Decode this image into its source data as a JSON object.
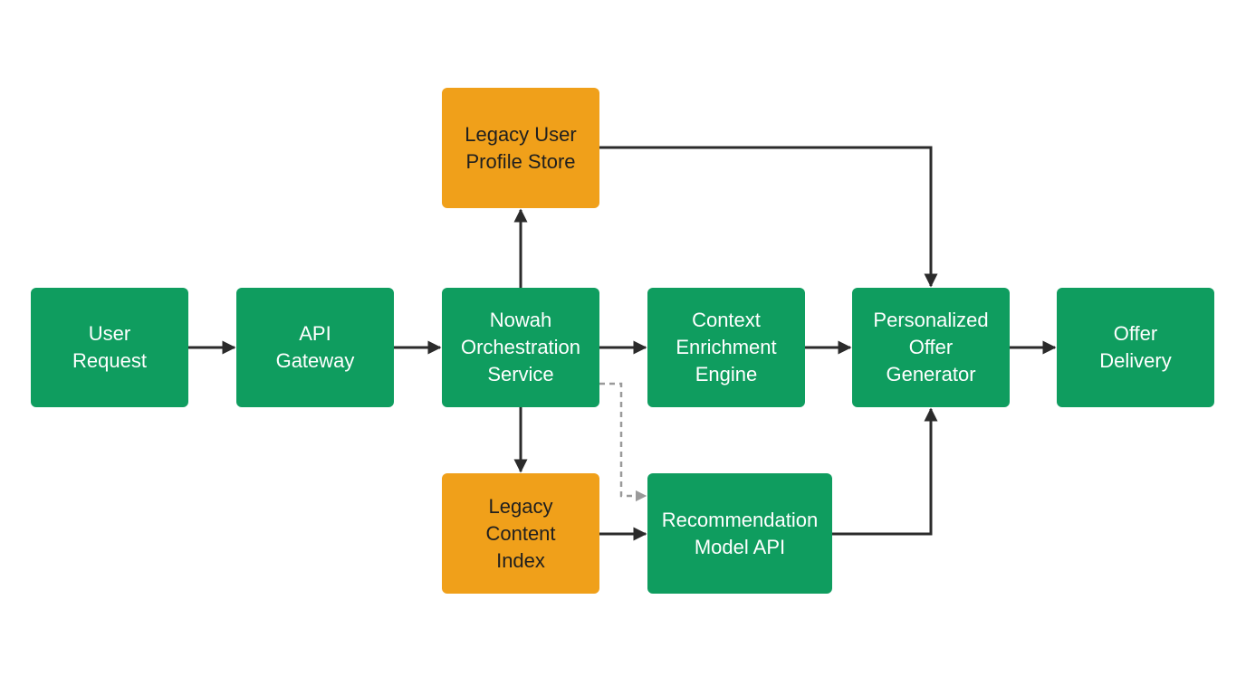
{
  "colors": {
    "service": "#0f9d5f",
    "legacy": "#f0a01a",
    "arrow": "#2b2b2b",
    "dashed_arrow": "#9a9a9a"
  },
  "nodes": {
    "user_request": "User\nRequest",
    "api_gateway": "API\nGateway",
    "orchestration": "Nowah\nOrchestration\nService",
    "context_engine": "Context\nEnrichment\nEngine",
    "offer_generator": "Personalized\nOffer\nGenerator",
    "offer_delivery": "Offer\nDelivery",
    "legacy_profile_store": "Legacy User\nProfile Store",
    "legacy_content_index": "Legacy\nContent\nIndex",
    "recommendation_api": "Recommendation\nModel API"
  }
}
